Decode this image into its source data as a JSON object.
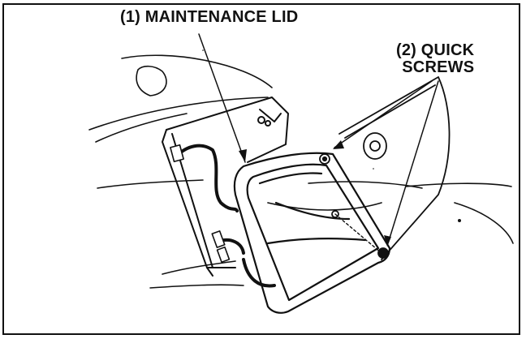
{
  "callouts": {
    "maintenance_lid": "(1) MAINTENANCE LID",
    "quick_screws_line1": "(2) QUICK",
    "quick_screws_line2": "SCREWS"
  },
  "colors": {
    "ink": "#111111",
    "paper": "#ffffff"
  }
}
